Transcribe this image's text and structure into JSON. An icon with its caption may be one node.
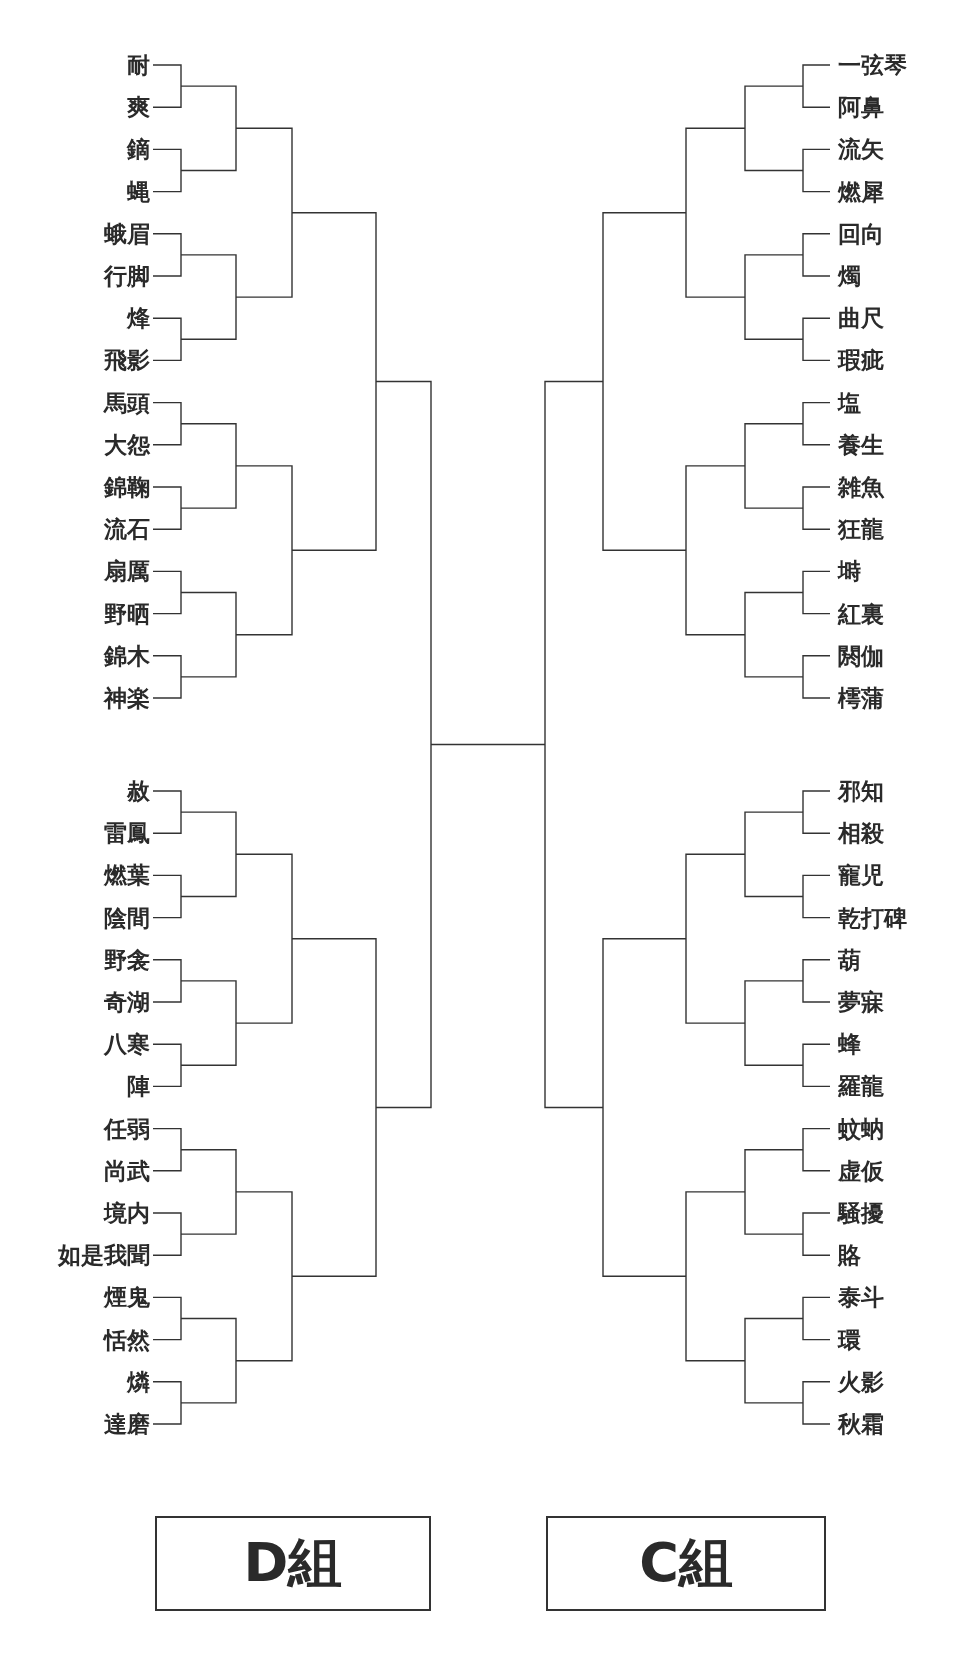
{
  "diagram": {
    "nodes": [
      {
        "text": [
          "耐"
        ]
      },
      {
        "text": [
          "爽"
        ]
      },
      {
        "text": [
          "鏑"
        ]
      },
      {
        "text": [
          "蝿"
        ]
      },
      {
        "text": [
          "蛾眉"
        ]
      },
      {
        "text": [
          "行脚"
        ]
      },
      {
        "text": [
          "烽"
        ]
      },
      {
        "text": [
          "飛影"
        ]
      },
      {
        "text": [
          "馬頭"
        ]
      },
      {
        "text": [
          "大怨"
        ]
      },
      {
        "text": [
          "錦鞠"
        ]
      },
      {
        "text": [
          "流石"
        ]
      },
      {
        "text": [
          "扇厲"
        ]
      },
      {
        "text": [
          "野晒"
        ]
      },
      {
        "text": [
          "錦木"
        ]
      },
      {
        "text": [
          "神楽"
        ]
      },
      {
        "text": [
          "赦"
        ]
      },
      {
        "text": [
          "雷鳳"
        ]
      },
      {
        "text": [
          "燃葉"
        ]
      },
      {
        "text": [
          "陰間"
        ]
      },
      {
        "text": [
          "野衾"
        ]
      },
      {
        "text": [
          "奇湖"
        ]
      },
      {
        "text": [
          "八寒"
        ]
      },
      {
        "text": [
          "陣"
        ]
      },
      {
        "text": [
          "任弱"
        ]
      },
      {
        "text": [
          "尚武"
        ]
      },
      {
        "text": [
          "境内"
        ]
      },
      {
        "text": [
          "如是我聞"
        ]
      },
      {
        "text": [
          "煙鬼"
        ]
      },
      {
        "text": [
          "恬然"
        ]
      },
      {
        "text": [
          "燐"
        ]
      },
      {
        "text": [
          "達磨"
        ]
      },
      {
        "text": [
          "一弦琴"
        ]
      },
      {
        "text": [
          "阿鼻"
        ]
      },
      {
        "text": [
          "流矢"
        ]
      },
      {
        "text": [
          "燃犀"
        ]
      },
      {
        "text": [
          "回向"
        ]
      },
      {
        "text": [
          "燭"
        ]
      },
      {
        "text": [
          "曲尺"
        ]
      },
      {
        "text": [
          "瑕疵"
        ]
      },
      {
        "text": [
          "塩"
        ]
      },
      {
        "text": [
          "養生"
        ]
      },
      {
        "text": [
          "雑魚"
        ]
      },
      {
        "text": [
          "狂龍"
        ]
      },
      {
        "text": [
          "塒"
        ]
      },
      {
        "text": [
          "紅裏"
        ]
      },
      {
        "text": [
          "閼伽"
        ]
      },
      {
        "text": [
          "樗蒲"
        ]
      },
      {
        "text": [
          "邪知"
        ]
      },
      {
        "text": [
          "相殺"
        ]
      },
      {
        "text": [
          "寵児"
        ]
      },
      {
        "text": [
          "乾打碑"
        ]
      },
      {
        "text": [
          "葫"
        ]
      },
      {
        "text": [
          "夢寐"
        ]
      },
      {
        "text": [
          "蜂"
        ]
      },
      {
        "text": [
          "羅龍"
        ]
      },
      {
        "text": [
          "蚊蚋"
        ]
      },
      {
        "text": [
          "虚仮"
        ]
      },
      {
        "text": [
          "騒擾"
        ]
      },
      {
        "text": [
          "賂"
        ]
      },
      {
        "text": [
          "泰斗"
        ]
      },
      {
        "text": [
          "環"
        ]
      },
      {
        "text": [
          "火影"
        ]
      },
      {
        "text": [
          "秋霜"
        ]
      },
      {
        "text": [
          "D組"
        ]
      },
      {
        "text": [
          "C組"
        ]
      }
    ],
    "edges": [
      {
        "from": 0,
        "to": 1,
        "arrow": "none"
      },
      {
        "from": 2,
        "to": 3,
        "arrow": "none"
      },
      {
        "from": 4,
        "to": 5,
        "arrow": "none"
      },
      {
        "from": 6,
        "to": 7,
        "arrow": "none"
      },
      {
        "from": 8,
        "to": 9,
        "arrow": "none"
      },
      {
        "from": 10,
        "to": 11,
        "arrow": "none"
      },
      {
        "from": 12,
        "to": 13,
        "arrow": "none"
      },
      {
        "from": 14,
        "to": 15,
        "arrow": "none"
      },
      {
        "from": 16,
        "to": 17,
        "arrow": "none"
      },
      {
        "from": 18,
        "to": 19,
        "arrow": "none"
      },
      {
        "from": 20,
        "to": 21,
        "arrow": "none"
      },
      {
        "from": 22,
        "to": 23,
        "arrow": "none"
      },
      {
        "from": 24,
        "to": 25,
        "arrow": "none"
      },
      {
        "from": 26,
        "to": 27,
        "arrow": "none"
      },
      {
        "from": 28,
        "to": 29,
        "arrow": "none"
      },
      {
        "from": 30,
        "to": 31,
        "arrow": "none"
      },
      {
        "from": 32,
        "to": 33,
        "arrow": "none"
      },
      {
        "from": 34,
        "to": 35,
        "arrow": "none"
      },
      {
        "from": 36,
        "to": 37,
        "arrow": "none"
      },
      {
        "from": 38,
        "to": 39,
        "arrow": "none"
      },
      {
        "from": 40,
        "to": 41,
        "arrow": "none"
      },
      {
        "from": 42,
        "to": 43,
        "arrow": "none"
      },
      {
        "from": 44,
        "to": 45,
        "arrow": "none"
      },
      {
        "from": 46,
        "to": 47,
        "arrow": "none"
      },
      {
        "from": 48,
        "to": 49,
        "arrow": "none"
      },
      {
        "from": 50,
        "to": 51,
        "arrow": "none"
      },
      {
        "from": 52,
        "to": 53,
        "arrow": "none"
      },
      {
        "from": 54,
        "to": 55,
        "arrow": "none"
      },
      {
        "from": 56,
        "to": 57,
        "arrow": "none"
      },
      {
        "from": 58,
        "to": 59,
        "arrow": "none"
      },
      {
        "from": 60,
        "to": 61,
        "arrow": "none"
      },
      {
        "from": 62,
        "to": 63,
        "arrow": "none"
      }
    ]
  }
}
